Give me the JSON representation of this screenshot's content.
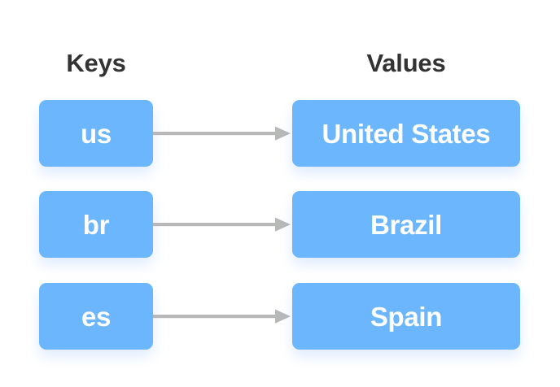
{
  "diagram": {
    "title_keys": "Keys",
    "title_values": "Values",
    "colors": {
      "background": "#ffffff",
      "box_fill": "#6bb6fd",
      "box_text": "#ffffff",
      "heading_text": "#333333",
      "arrow": "#b8b8b8"
    },
    "rows": [
      {
        "key": "us",
        "value": "United States",
        "arrow_icon": "arrow-right-icon"
      },
      {
        "key": "br",
        "value": "Brazil",
        "arrow_icon": "arrow-right-icon"
      },
      {
        "key": "es",
        "value": "Spain",
        "arrow_icon": "arrow-right-icon"
      }
    ]
  }
}
